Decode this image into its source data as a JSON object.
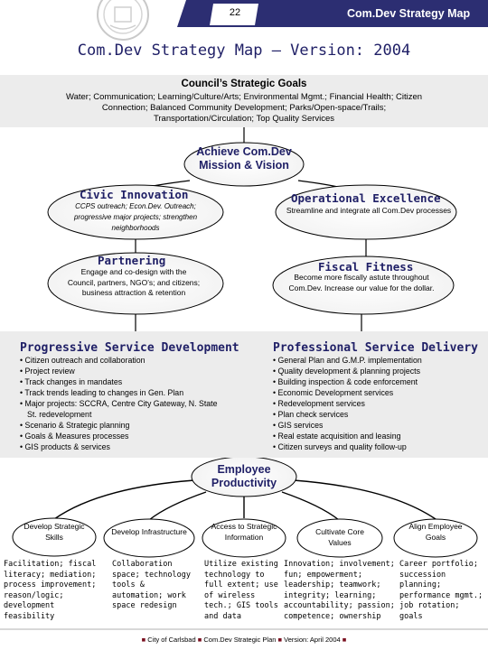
{
  "header": {
    "page_number": "22",
    "title": "Com.Dev Strategy Map",
    "bar_color": "#2c2e72"
  },
  "main_title": "Com.Dev Strategy Map – Version: 2004",
  "council": {
    "title": "Council’s Strategic Goals",
    "text": "Water; Communication; Learning/Culture/Arts; Environmental Mgmt.; Financial Health; Citizen Connection; Balanced Community Development; Parks/Open-space/Trails; Transportation/Circulation; Top Quality Services"
  },
  "mission": {
    "text": "Achieve Com.Dev Mission & Vision"
  },
  "civic": {
    "title": "Civic Innovation",
    "text": "CCPS outreach; Econ.Dev. Outreach; progressive major projects; strengthen neighborhoods"
  },
  "opex": {
    "title": "Operational Excellence",
    "text": "Streamline and integrate all Com.Dev processes"
  },
  "partnering": {
    "title": "Partnering",
    "text": "Engage and co-design with the Council, partners, NGO’s; and citizens; business attraction & retention"
  },
  "fiscal": {
    "title": "Fiscal Fitness",
    "text": "Become more fiscally astute throughout Com.Dev. Increase our value for the dollar."
  },
  "progressive_service": {
    "title": "Progressive Service Development",
    "items": [
      "Citizen outreach and collaboration",
      "Project review",
      "Track changes in mandates",
      "Track trends leading to changes in Gen. Plan",
      "Major projects: SCCRA, Centre City Gateway, N. State St. redevelopment",
      "Scenario & Strategic planning",
      "Goals & Measures processes",
      "GIS products & services"
    ]
  },
  "professional_service": {
    "title": "Professional Service Delivery",
    "items": [
      "General Plan and G.M.P. implementation",
      "Quality development & planning projects",
      "Building inspection & code enforcement",
      "Economic Development services",
      "Redevelopment services",
      "Plan check services",
      "GIS services",
      "Real estate acquisition and leasing",
      "Citizen surveys and quality follow-up"
    ]
  },
  "employee": {
    "text": "Employee Productivity"
  },
  "branches": [
    {
      "label": "Develop Strategic Skills",
      "detail": "Facilitation; fiscal literacy; mediation; process improvement; reason/logic; development feasibility"
    },
    {
      "label": "Develop Infrastructure",
      "detail": "Collaboration space; technology tools & automation; work space redesign"
    },
    {
      "label": "Access to Strategic Information",
      "detail": "Utilize existing technology to full extent; use of wireless tech.; GIS tools and data"
    },
    {
      "label": "Cultivate Core Values",
      "detail": "Innovation; involvement; fun; empowerment; leadership; teamwork; integrity; learning; accountability; passion; competence; ownership"
    },
    {
      "label": "Align Employee Goals",
      "detail": "Career portfolio; succession planning; performance mgmt.; job rotation; goals"
    }
  ],
  "footer": {
    "org": "City of Carlsbad",
    "doc": "Com.Dev Strategic Plan",
    "version": "Version: April 2004"
  },
  "colors": {
    "title_blue": "#1f1f66",
    "panel_gray": "#ececec",
    "footer_dot": "#7a1020"
  },
  "icons": [
    "city-seal-icon"
  ]
}
